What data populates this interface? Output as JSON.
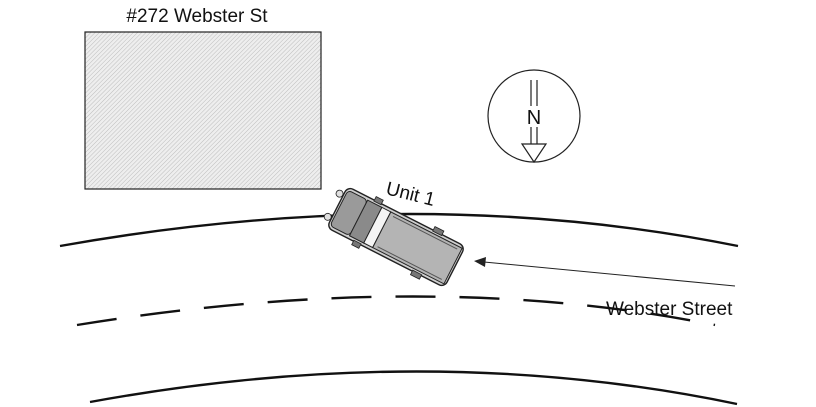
{
  "building": {
    "label": "#272 Webster St"
  },
  "compass": {
    "letter": "N"
  },
  "vehicle": {
    "label": "Unit 1"
  },
  "road": {
    "label": "Webster Street"
  },
  "colors": {
    "ink": "#111111",
    "building_fill": "#ececec",
    "vehicle_fill": "#bdbdbd",
    "vehicle_dark": "#7a7a7a"
  },
  "icons": {
    "compass": "north-arrow-icon",
    "vehicle": "pickup-truck-icon"
  }
}
